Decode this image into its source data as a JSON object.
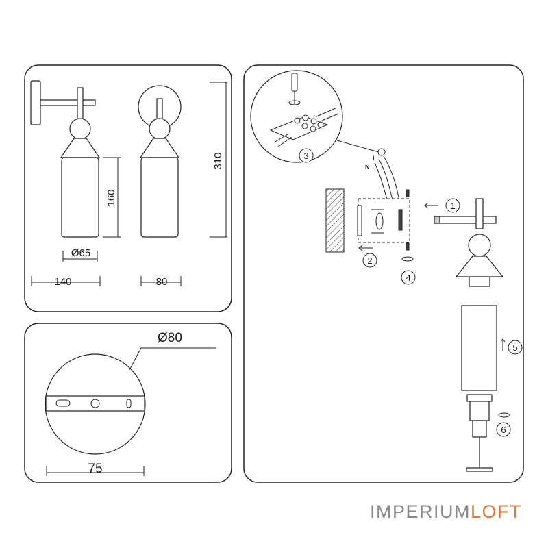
{
  "dimensions": {
    "height_total": "310",
    "height_shade": "160",
    "shade_diameter": "Ø65",
    "depth": "140",
    "width": "80",
    "plate_diameter": "Ø80",
    "plate_holes": "75"
  },
  "steps": [
    "1",
    "2",
    "3",
    "4",
    "5",
    "6"
  ],
  "wires": {
    "live": "L",
    "neutral": "N"
  },
  "brand": {
    "part1": "IMPERIUM",
    "part2": "LOFT",
    "color1": "#8a8a8a",
    "color2": "#e0763a"
  }
}
